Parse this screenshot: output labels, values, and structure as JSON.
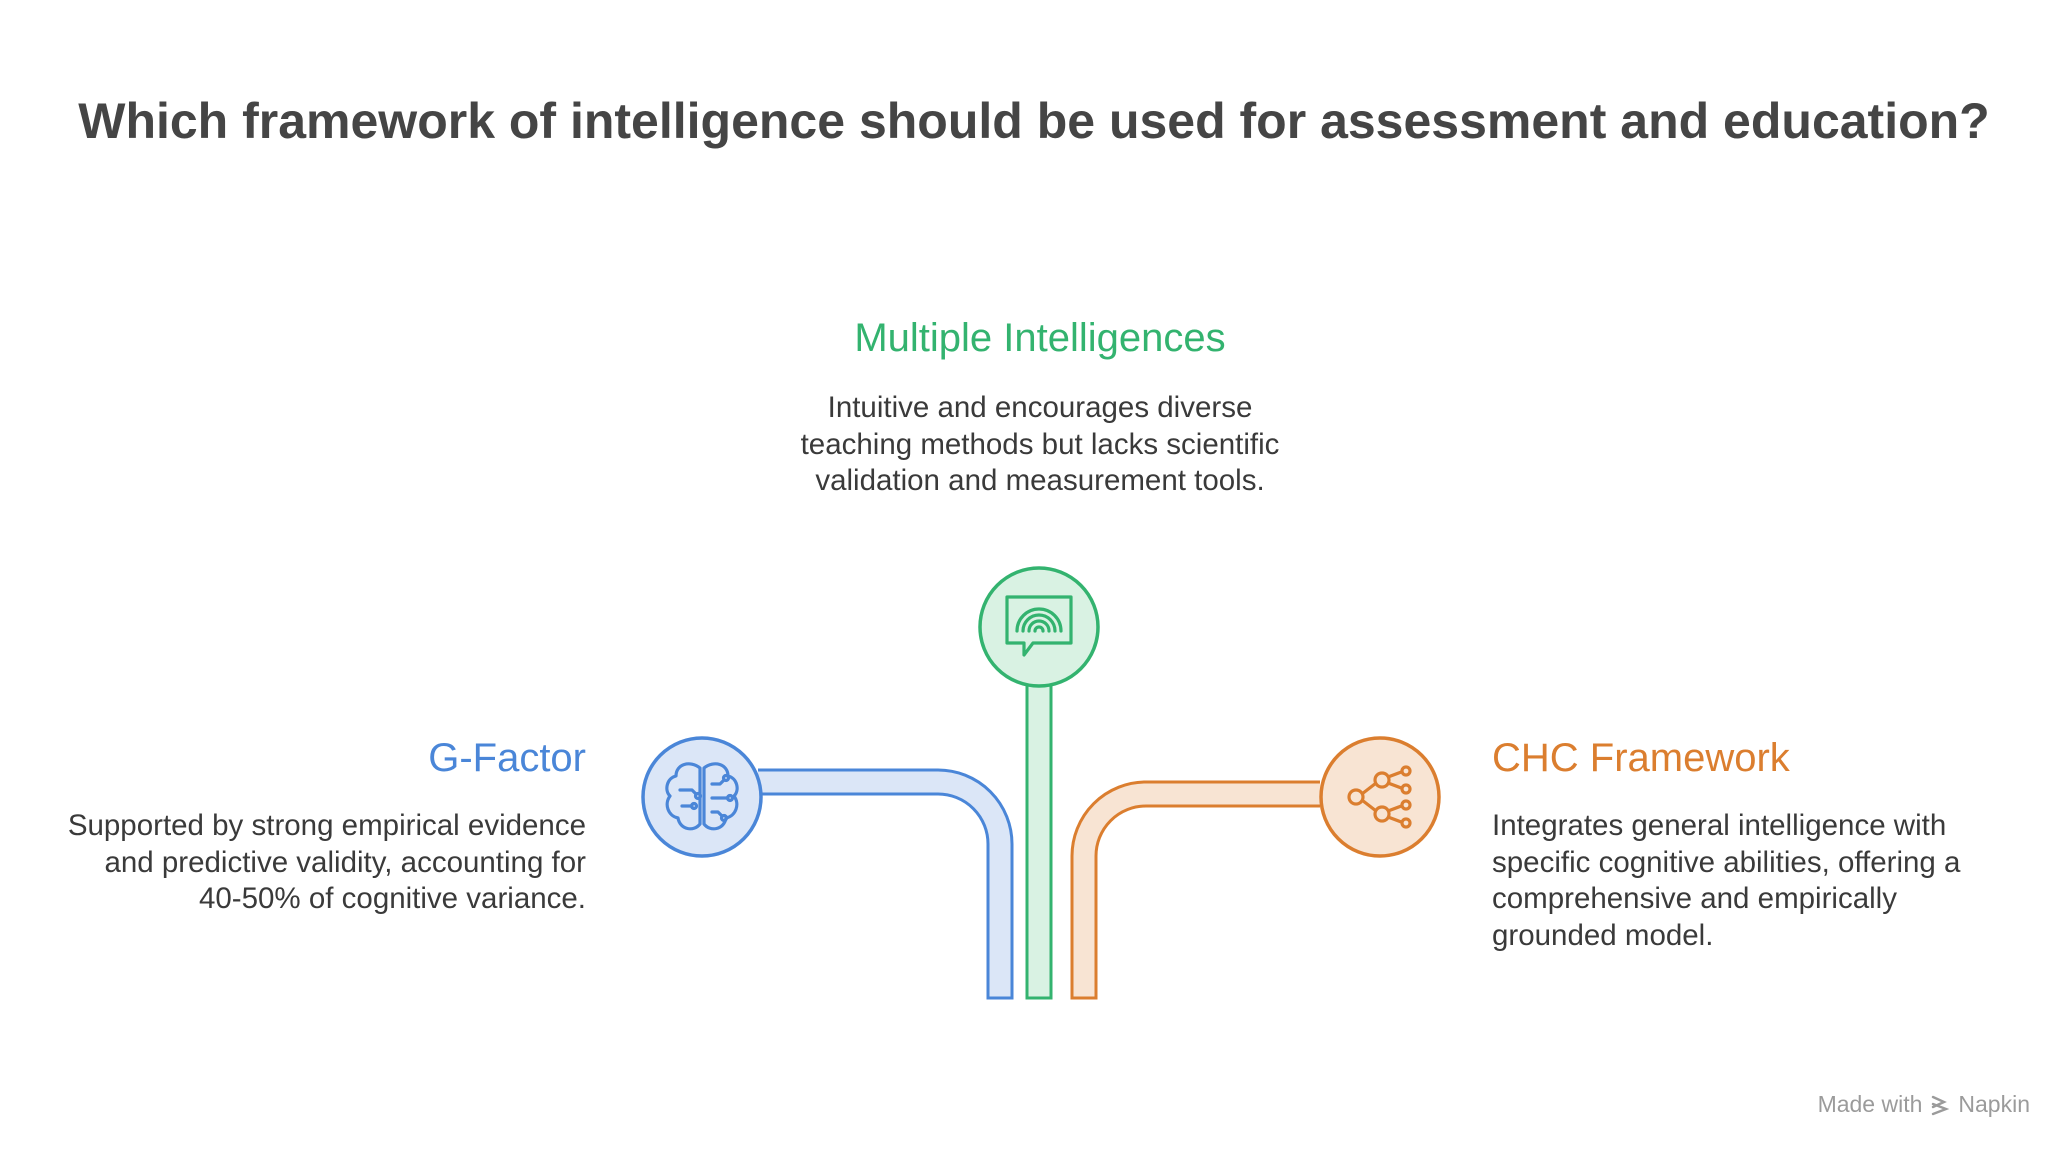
{
  "title": "Which framework of intelligence should be used for assessment and education?",
  "options": {
    "multiple_intelligences": {
      "heading": "Multiple Intelligences",
      "description": "Intuitive and encourages diverse teaching methods but lacks scientific validation and measurement tools.",
      "color": "#33b36f",
      "icon": "speech-bubble-rainbow-icon"
    },
    "g_factor": {
      "heading": "G-Factor",
      "description": "Supported by strong empirical evidence and predictive validity, accounting for 40-50% of cognitive variance.",
      "color": "#4a86d8",
      "icon": "brain-circuit-icon"
    },
    "chc_framework": {
      "heading": "CHC Framework",
      "description": "Integrates general intelligence with specific cognitive abilities, offering a comprehensive and empirically grounded model.",
      "color": "#db7e2f",
      "icon": "share-network-icon"
    }
  },
  "watermark": {
    "made_with": "Made with",
    "brand": "Napkin"
  }
}
